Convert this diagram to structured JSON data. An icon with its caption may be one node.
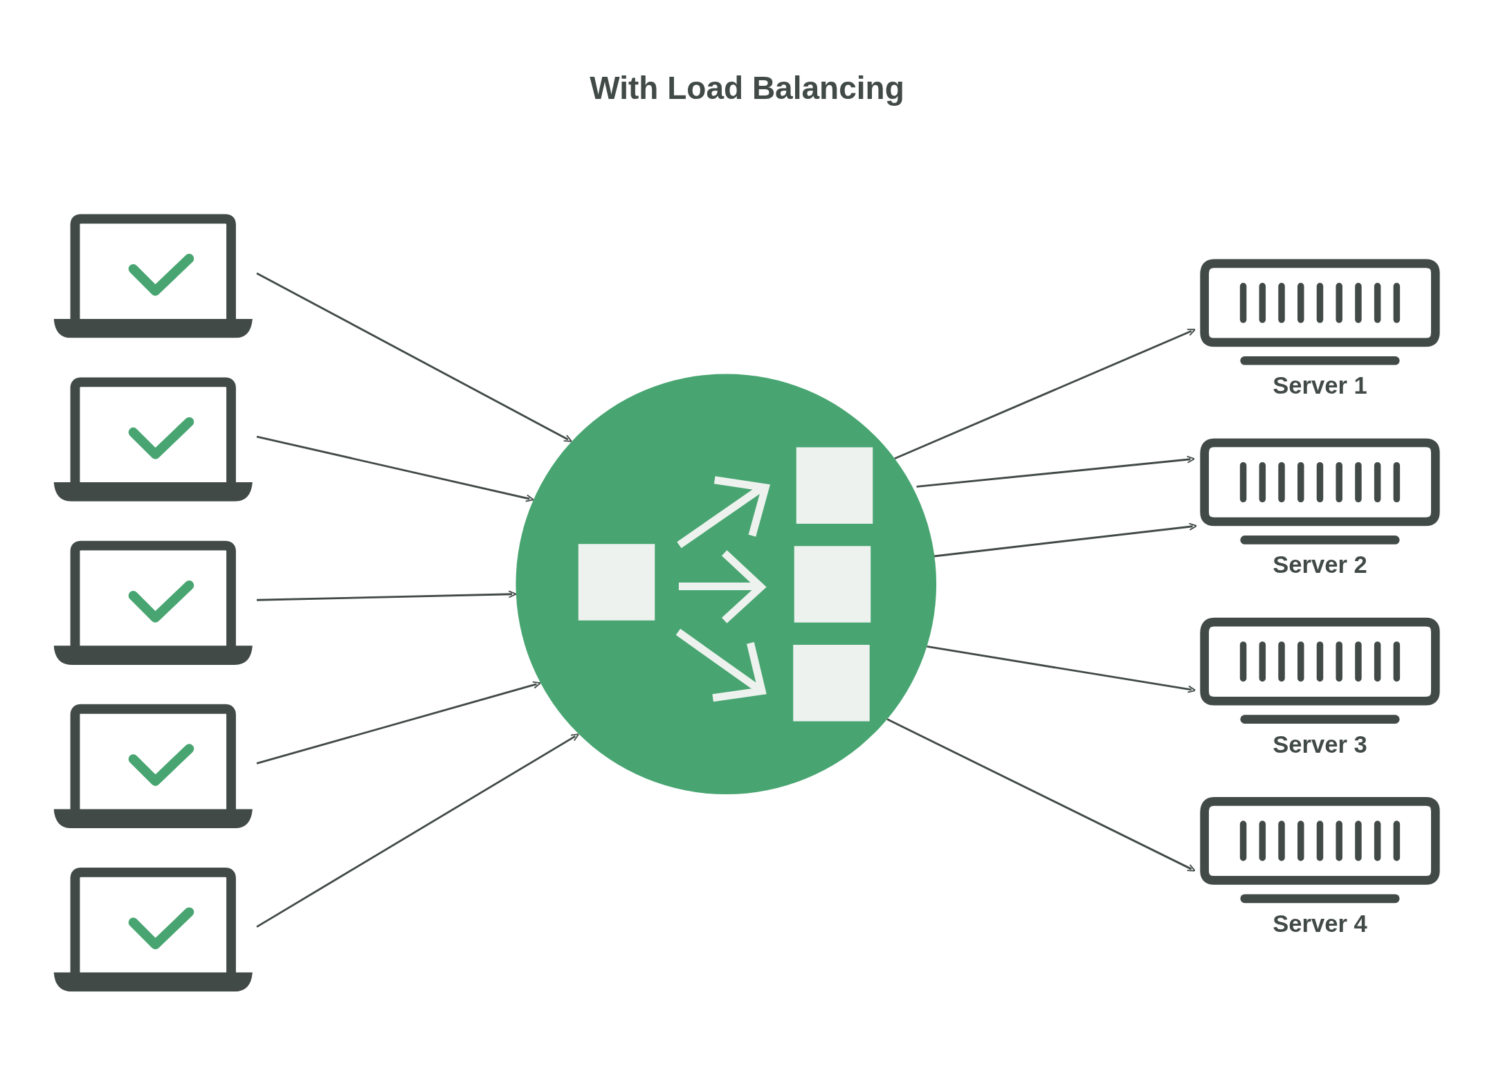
{
  "diagram": {
    "title": "With Load Balancing",
    "nodes": [
      {
        "text": [],
        "shape": "picture"
      },
      {
        "text": [],
        "shape": "picture"
      },
      {
        "text": [],
        "shape": "picture"
      },
      {
        "text": [],
        "shape": "picture"
      },
      {
        "text": [],
        "shape": "picture"
      },
      {
        "text": [],
        "shape": "circle"
      },
      {
        "text": [
          "Server 1"
        ]
      },
      {
        "text": [
          "Server 2"
        ]
      },
      {
        "text": [
          "Server 3"
        ]
      },
      {
        "text": [
          "Server 4"
        ]
      }
    ],
    "edges": [
      {
        "from": 0,
        "to": 5,
        "arrow": "to"
      },
      {
        "from": 1,
        "to": 5,
        "arrow": "to"
      },
      {
        "from": 2,
        "to": 5,
        "arrow": "to"
      },
      {
        "from": 3,
        "to": 5,
        "arrow": "to"
      },
      {
        "from": 4,
        "to": 5,
        "arrow": "to"
      },
      {
        "from": 5,
        "to": 6,
        "arrow": "to"
      },
      {
        "from": 5,
        "to": 7,
        "arrow": "to"
      },
      {
        "from": 5,
        "to": 7,
        "arrow": "to"
      },
      {
        "from": 5,
        "to": 8,
        "arrow": "to"
      },
      {
        "from": 5,
        "to": 9,
        "arrow": "to"
      }
    ]
  }
}
